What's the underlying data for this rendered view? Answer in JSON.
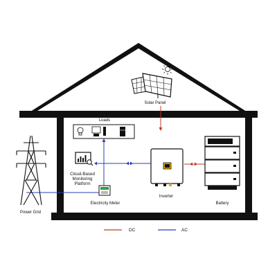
{
  "labels": {
    "loads": "Loads",
    "solar_panel": "Solar Panel",
    "cloud_monitoring": [
      "Cloud-Based",
      "Monitoring",
      "Platform"
    ],
    "inverter": "Inverter",
    "battery": "Battery",
    "electricity_meter": "Electricity Meter",
    "power_grid": "Power Grid"
  },
  "legend": {
    "dc": "DC",
    "ac": "AC"
  },
  "colors": {
    "dc": "#c0392b",
    "ac": "#2b3fb8",
    "structure": "#111111",
    "inverter_screen": "#e0a800",
    "inverter_led": "#2ea043"
  },
  "icons": [
    "solar-panel-icon",
    "sun-icon",
    "lightbulb-icon",
    "computer-icon",
    "fridge-icon",
    "monitoring-chart-icon",
    "electricity-meter-icon",
    "inverter-icon",
    "battery-stack-icon",
    "transmission-tower-icon"
  ]
}
